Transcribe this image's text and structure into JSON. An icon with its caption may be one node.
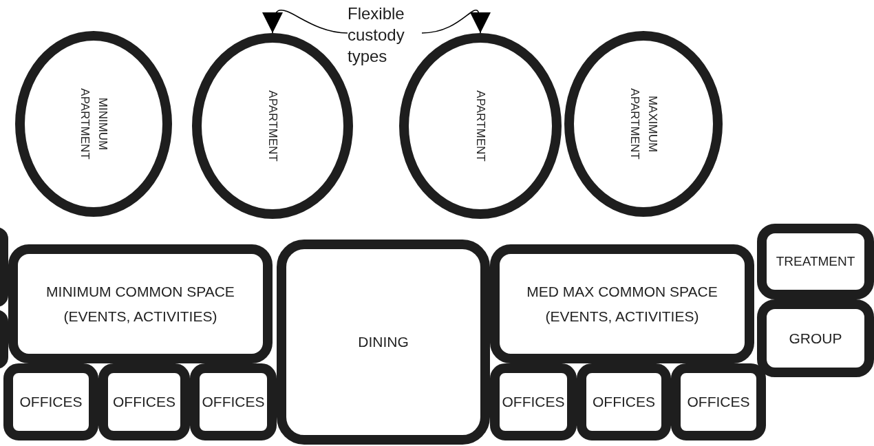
{
  "diagram": {
    "nodes": [
      {
        "text": [
          "Flexible custody types"
        ]
      },
      {
        "text": [
          "MINIMUM APARTMENT"
        ]
      },
      {
        "text": [
          "APARTMENT"
        ]
      },
      {
        "text": [
          "APARTMENT"
        ]
      },
      {
        "text": [
          "MAXIMUM APARTMENT"
        ]
      },
      {
        "text": [],
        "shape": "box"
      },
      {
        "text": [],
        "shape": "box"
      },
      {
        "text": [
          "MINIMUM COMMON SPACE (EVENTS, ACTIVITIES)"
        ]
      },
      {
        "text": [
          "DINING"
        ]
      },
      {
        "text": [
          "MED MAX COMMON SPACE (EVENTS, ACTIVITIES)"
        ]
      },
      {
        "text": [
          "TREATMENT"
        ]
      },
      {
        "text": [
          "GROUP"
        ]
      },
      {
        "text": [
          "OFFICES"
        ]
      },
      {
        "text": [
          "OFFICES"
        ]
      },
      {
        "text": [
          "OFFICES"
        ]
      },
      {
        "text": [
          "OFFICES"
        ]
      },
      {
        "text": [
          "OFFICES"
        ]
      },
      {
        "text": [
          "OFFICES"
        ]
      }
    ],
    "edges": [
      {
        "from": 0,
        "to": 2,
        "arrow": "to"
      },
      {
        "from": 0,
        "to": 3,
        "arrow": "to"
      }
    ]
  }
}
